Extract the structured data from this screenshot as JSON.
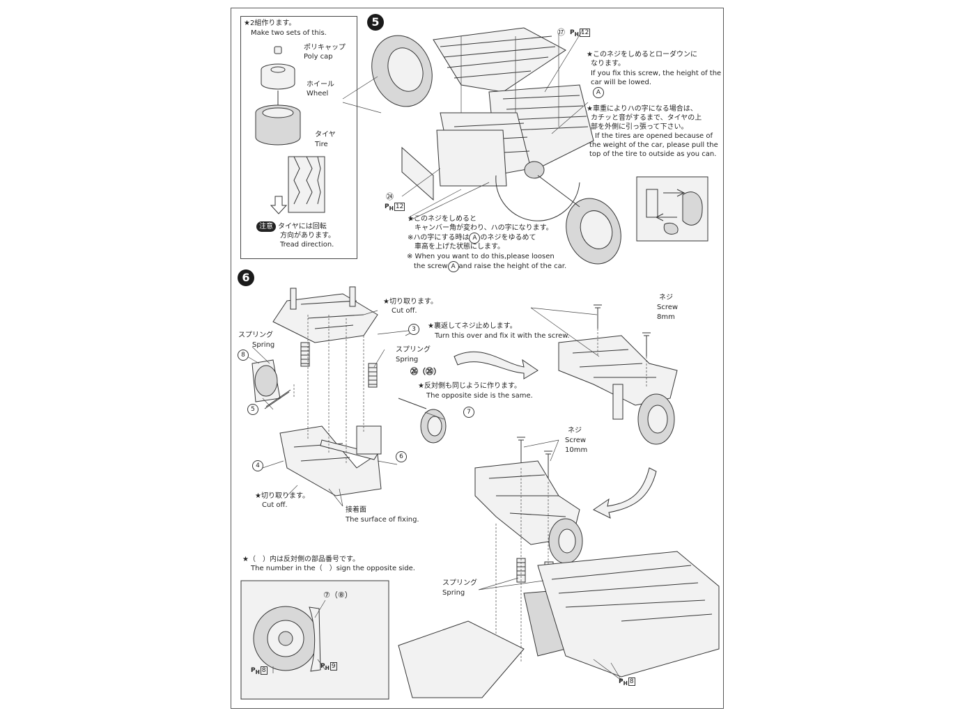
{
  "sidebar_box": {
    "make_two_jp": "★2組作ります。",
    "make_two_en": "Make two sets of this.",
    "polycap_jp": "ポリキャップ",
    "polycap_en": "Poly cap",
    "wheel_jp": "ホイール",
    "wheel_en": "Wheel",
    "tire_jp": "タイヤ",
    "tire_en": "Tire",
    "caution_badge": "注意",
    "tread_jp_1": "タイヤには回転",
    "tread_jp_2": "方向があります。",
    "tread_en": "Tread direction."
  },
  "step5": {
    "number": "5",
    "part17": "⑰",
    "ph12_top": "P",
    "ph12_top_sub": "H",
    "ph12_top_box": "12",
    "part24": "㉔",
    "ph12_bottom": "P",
    "ph12_bottom_sub": "H",
    "ph12_bottom_box": "12",
    "marker_a": "A",
    "note1_jp_1": "★このネジをしめるとローダウンに",
    "note1_jp_2": "なります。",
    "note1_en_1": "If you fix this screw, the height of the",
    "note1_en_2": "car will be lowed.",
    "note2_jp_1": "★車重によりハの字になる場合は、",
    "note2_jp_2": "カチッと音がするまで、タイヤの上",
    "note2_jp_3": "部を外側に引っ張って下さい。",
    "note2_en_1": "If the tires are opened because of",
    "note2_en_2": "the weight of the car, please pull the",
    "note2_en_3": "top of the tire to outside as you can.",
    "note3_jp_1": "★このネジをしめると",
    "note3_jp_2": "キャンバー角が変わり、ハの字になります。",
    "note3_jp_3": "※ハの字にする時は",
    "note3_jp_3b": "のネジをゆるめて",
    "note3_jp_4": "車高を上げた状態にします。",
    "note3_en_1": "※ When you want to do this,please loosen",
    "note3_en_2": "the screw",
    "note3_en_2b": "and raise the height of the car."
  },
  "step6": {
    "number": "6",
    "cut_off_jp_1": "★切り取ります。",
    "cut_off_en_1": "Cut off.",
    "part3": "3",
    "turn_over_jp": "★裏返してネジ止めします。",
    "turn_over_en": "Turn this over and fix it with the screw.",
    "spring_jp_left": "スプリング",
    "spring_en_left": "Spring",
    "spring_jp_mid": "スプリング",
    "spring_en_mid": "Spring",
    "part8": "8",
    "part26": "㉖（㉖）",
    "opposite_jp": "★反対側も同じように作ります。",
    "opposite_en": "The opposite side is the same.",
    "part5": "5",
    "part7": "7",
    "part6": "6",
    "part4": "4",
    "cut_off_jp_2": "★切り取ります。",
    "cut_off_en_2": "Cut off.",
    "fix_surface_jp": "接着面",
    "fix_surface_en": "The surface of fixing.",
    "screw8_jp": "ネジ",
    "screw8_en": "Screw",
    "screw8_size": "8mm",
    "screw10_jp": "ネジ",
    "screw10_en": "Screw",
    "screw10_size": "10mm",
    "bracket_jp": "★（　）内は反対側の部品番号です。",
    "bracket_en": "The number in the（　）sign the opposite side.",
    "spring_jp_bottom": "スプリング",
    "spring_en_bottom": "Spring",
    "brake_part": "⑦（⑧）",
    "ph8_left_box": "8",
    "ph9_box": "9",
    "ph8_right_box": "8",
    "ph_letter": "P",
    "ph_sub": "H"
  }
}
